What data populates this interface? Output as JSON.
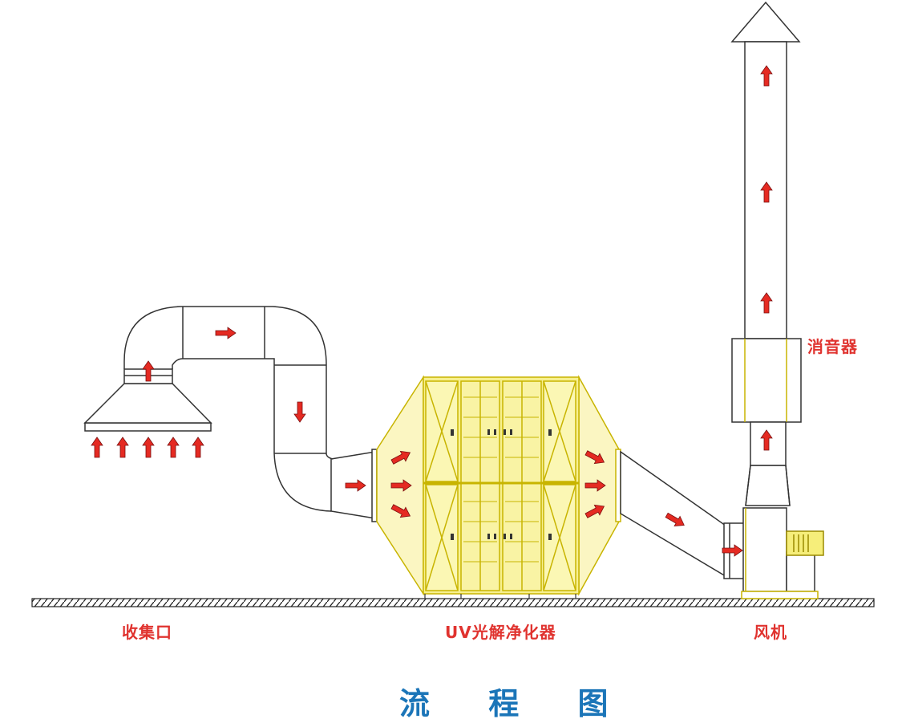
{
  "labels": {
    "collector": "收集口",
    "uv_purifier": "UV光解净化器",
    "fan": "风机",
    "silencer": "消音器"
  },
  "title": "流 程 图",
  "colors": {
    "arrow": "#e52a22",
    "purifier": "#f3ea3c",
    "label": "#e0332f",
    "title": "#1b75b8"
  }
}
